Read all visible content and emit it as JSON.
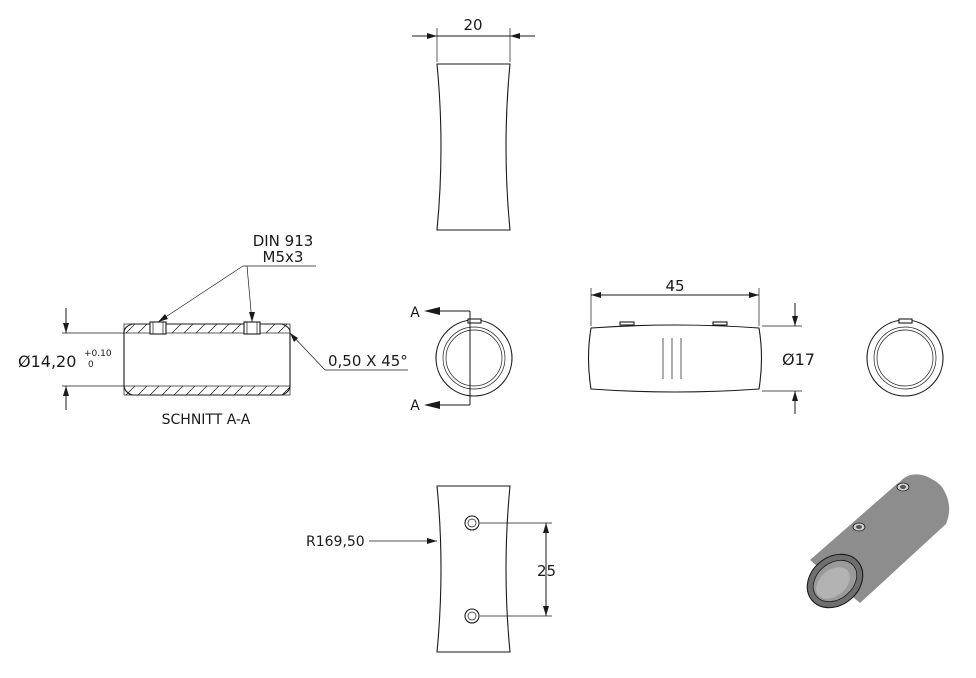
{
  "dimensions": {
    "top_width": "20",
    "side_length": "45",
    "outer_diameter": "Ø17",
    "hole_spacing": "25",
    "radius": "R169,50"
  },
  "section": {
    "bore_diameter": "Ø14,20",
    "tolerance_upper": "+0.10",
    "tolerance_lower": "0",
    "chamfer": "0,50 X 45°",
    "screw_standard": "DIN 913",
    "screw_size": "M5x3",
    "label": "SCHNITT A-A"
  },
  "section_marks": {
    "top": "A",
    "bottom": "A"
  },
  "colors": {
    "line": "#1a1a1a",
    "shading": "#8d8d8d"
  }
}
